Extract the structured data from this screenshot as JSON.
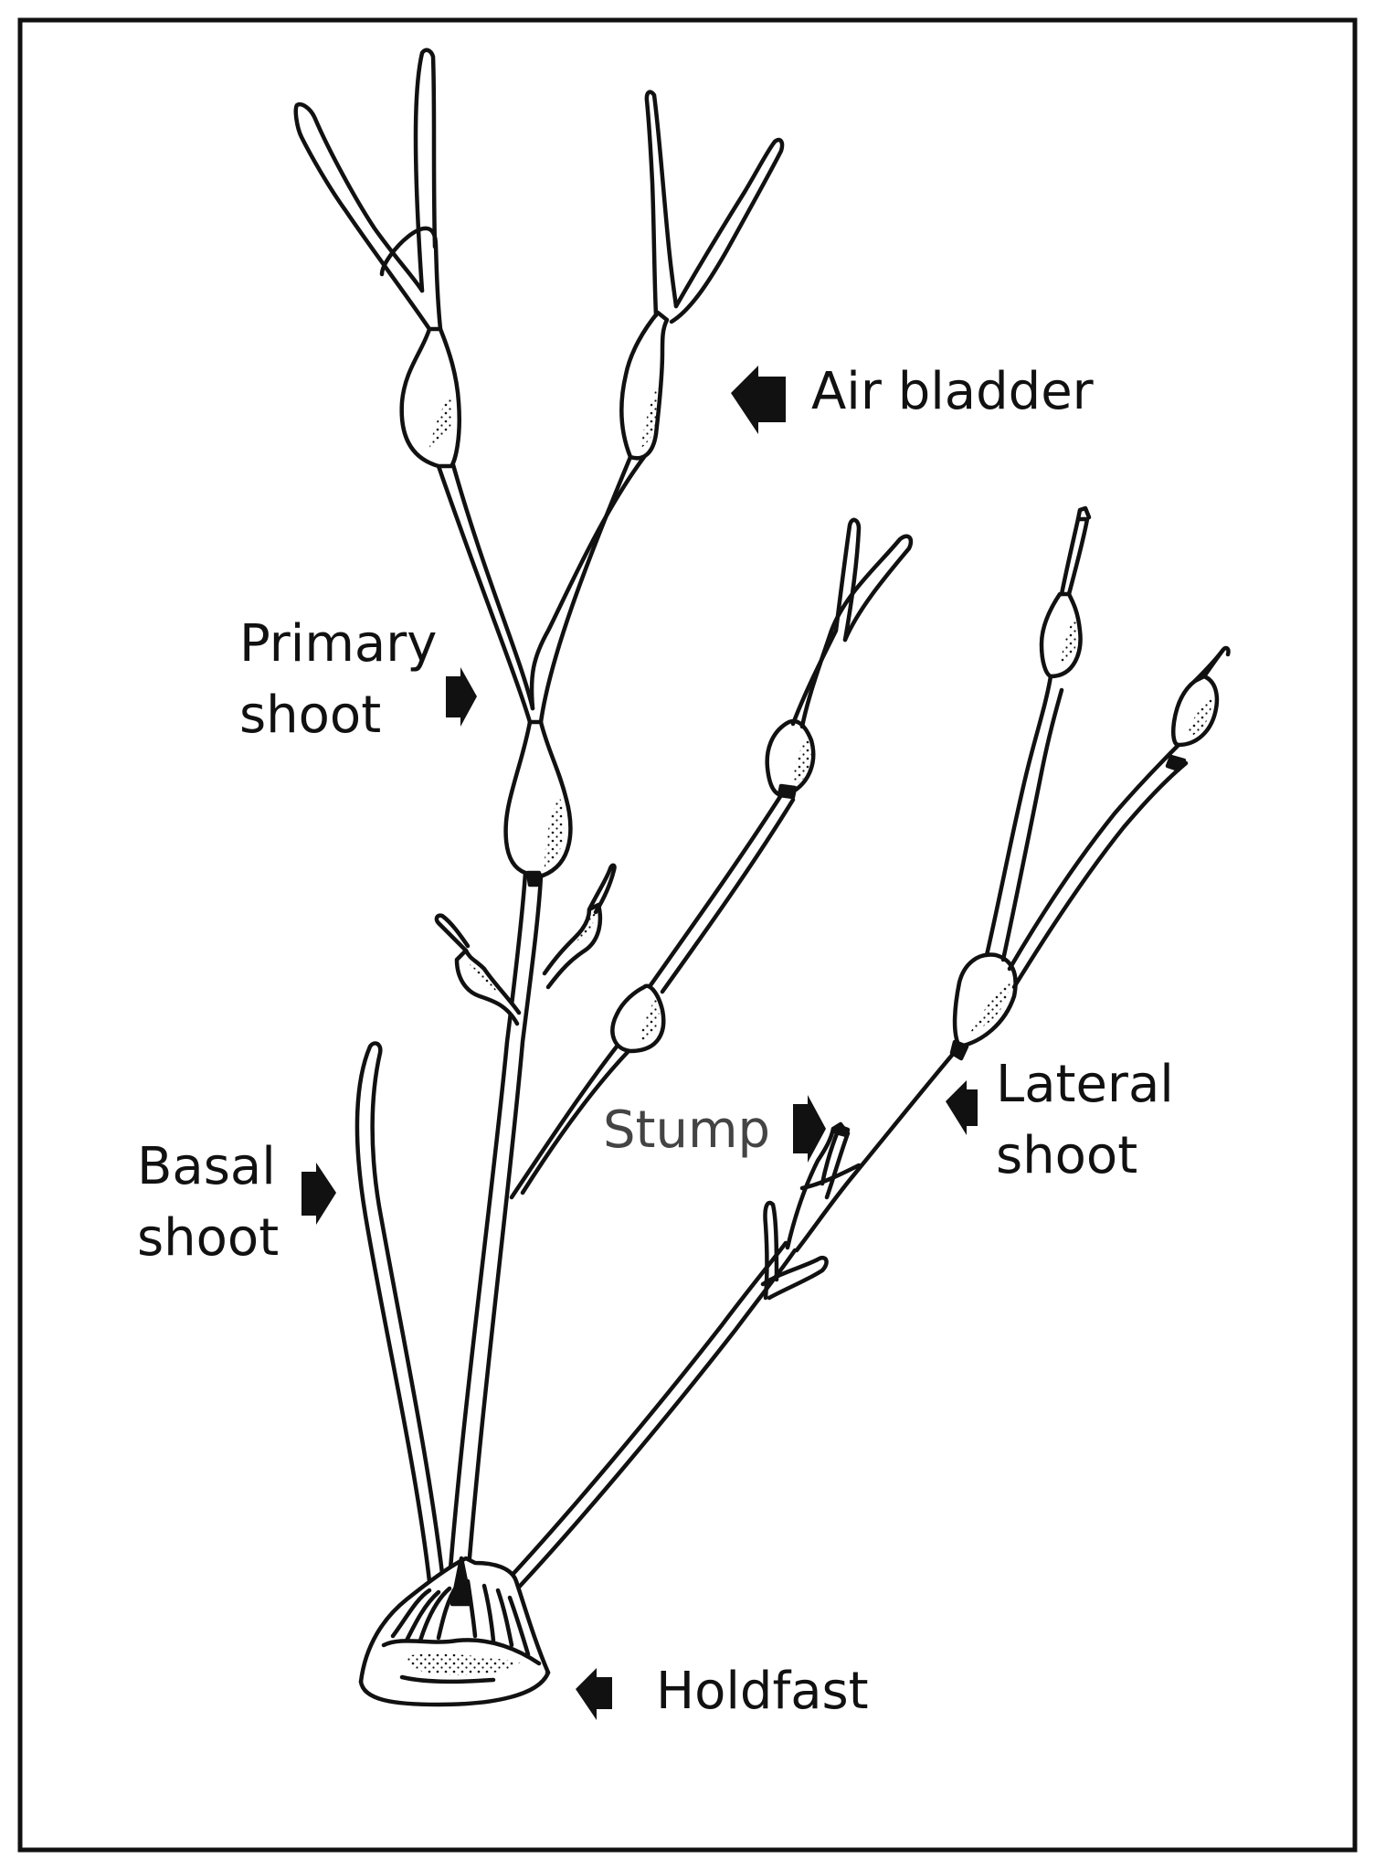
{
  "figure": {
    "colors": {
      "ink": "#111111",
      "paper": "#ffffff",
      "frame": "#111111",
      "stump_label": "#444444"
    },
    "icons": [
      "arrow-left-icon",
      "arrow-right-icon"
    ]
  },
  "labels": {
    "air_bladder": "Air bladder",
    "primary_shoot": "Primary\nshoot",
    "basal_shoot": "Basal\nshoot",
    "stump": "Stump",
    "lateral_shoot": "Lateral\nshoot",
    "holdfast": "Holdfast"
  }
}
